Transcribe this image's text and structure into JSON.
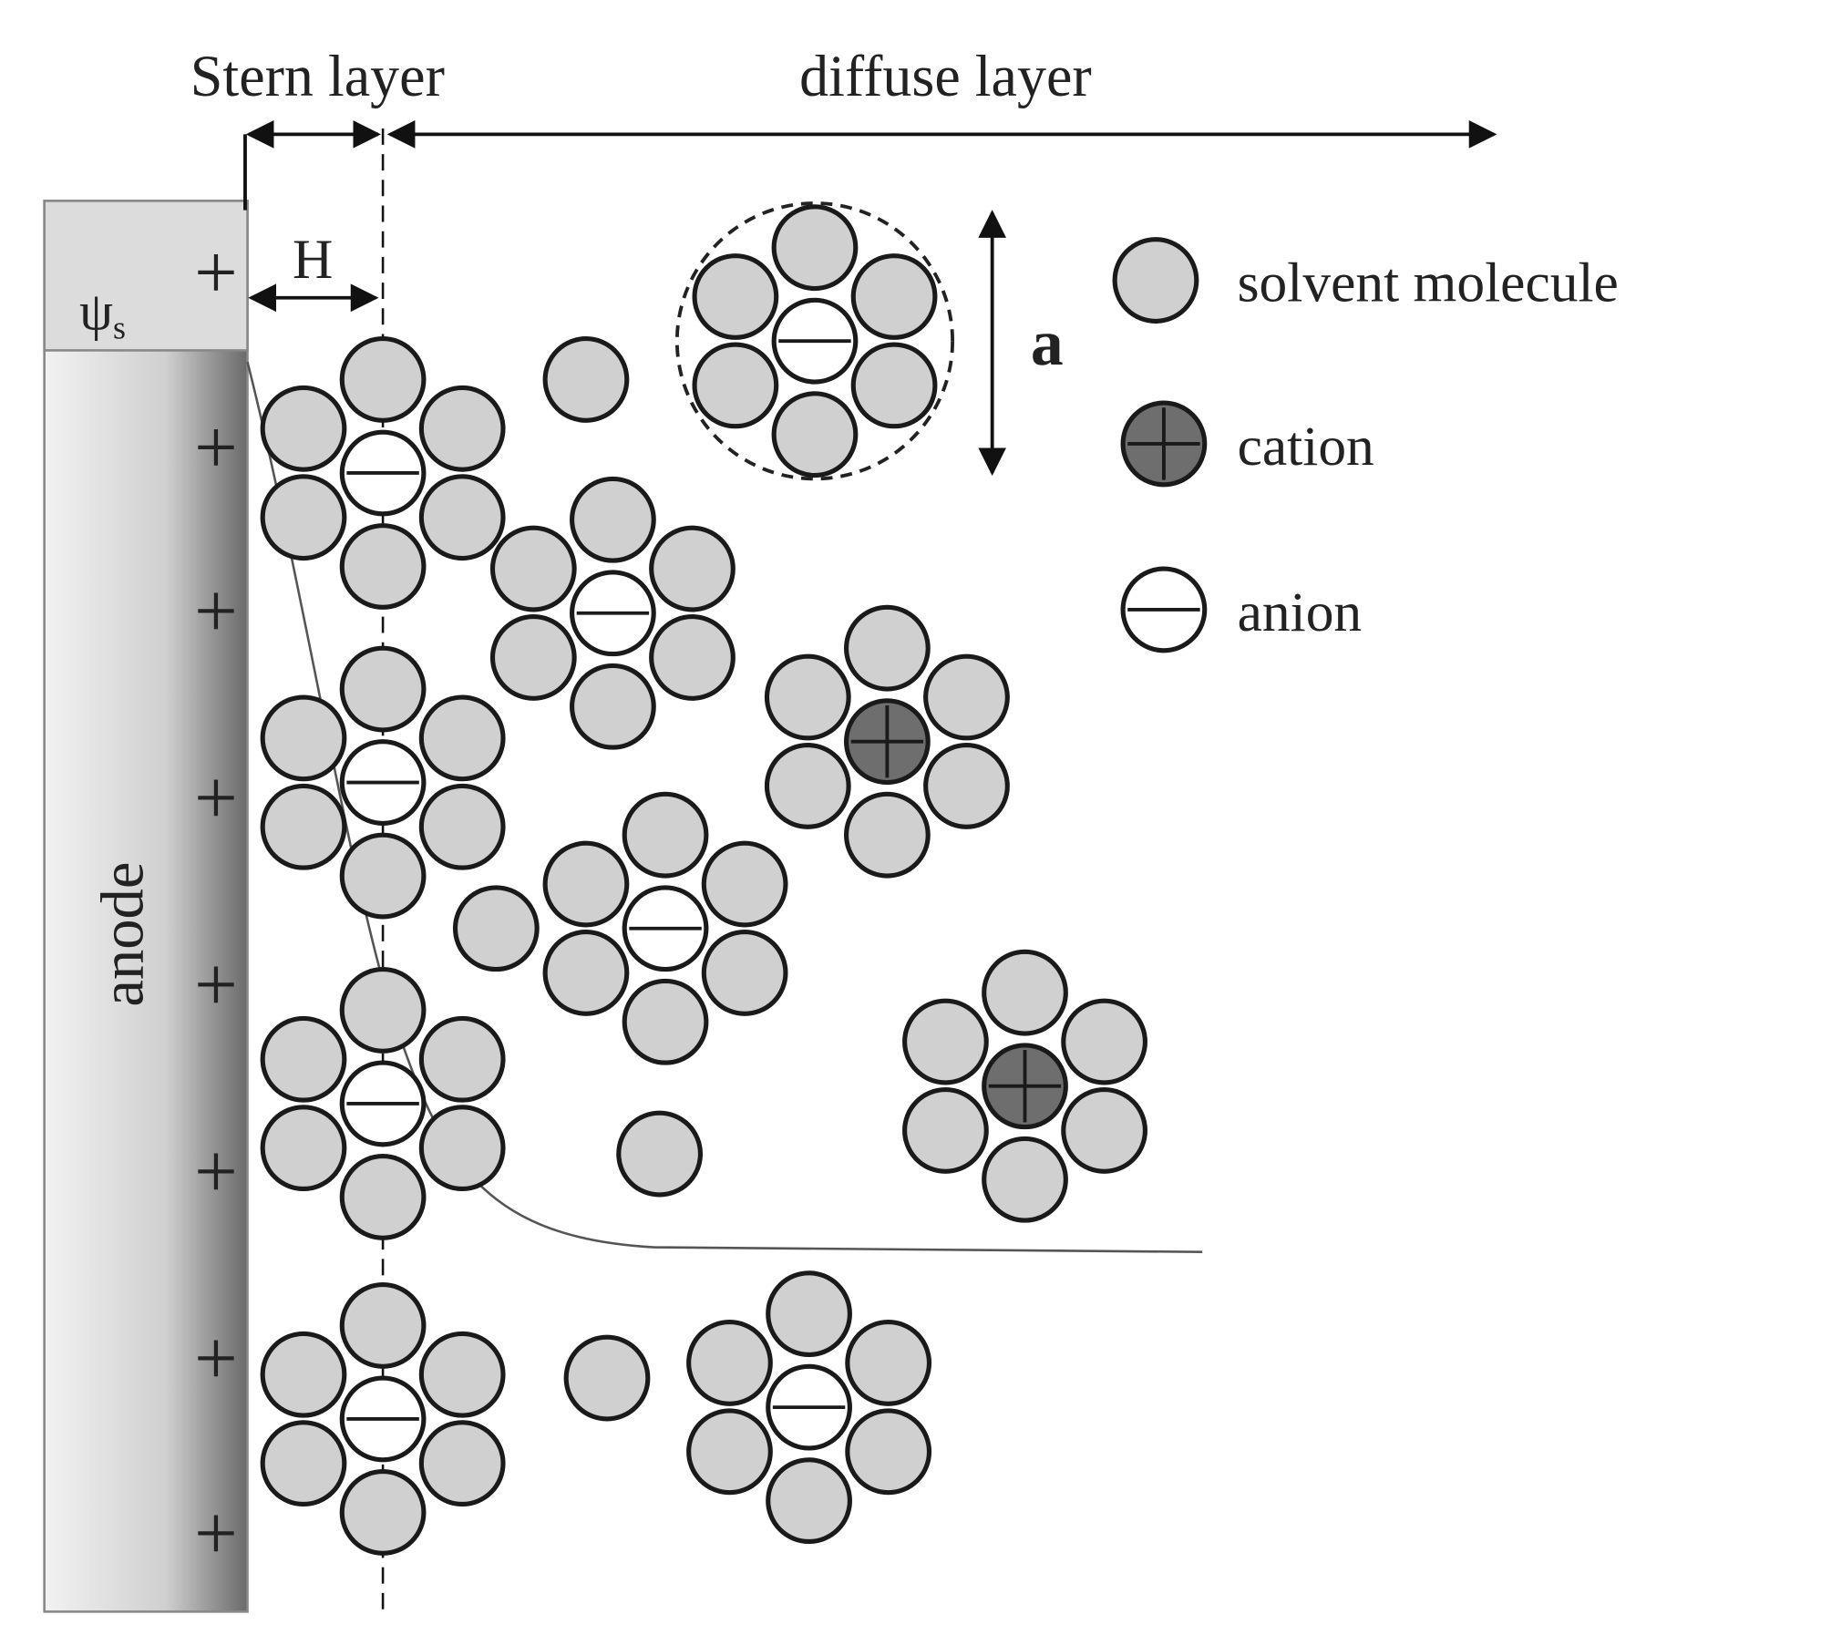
{
  "labels": {
    "stern_layer": "Stern layer",
    "diffuse_layer": "diffuse layer",
    "H": "H",
    "psi": "ψ",
    "psi_sub": "s",
    "a": "a",
    "anode": "anode",
    "plus": "+"
  },
  "legend": {
    "solvent": "solvent molecule",
    "cation": "cation",
    "anion": "anion"
  },
  "colors": {
    "solvent": "#d0d0d0",
    "cation": "#6e6e6e",
    "anion": "#ffffff",
    "stroke": "#1a1a1a"
  }
}
